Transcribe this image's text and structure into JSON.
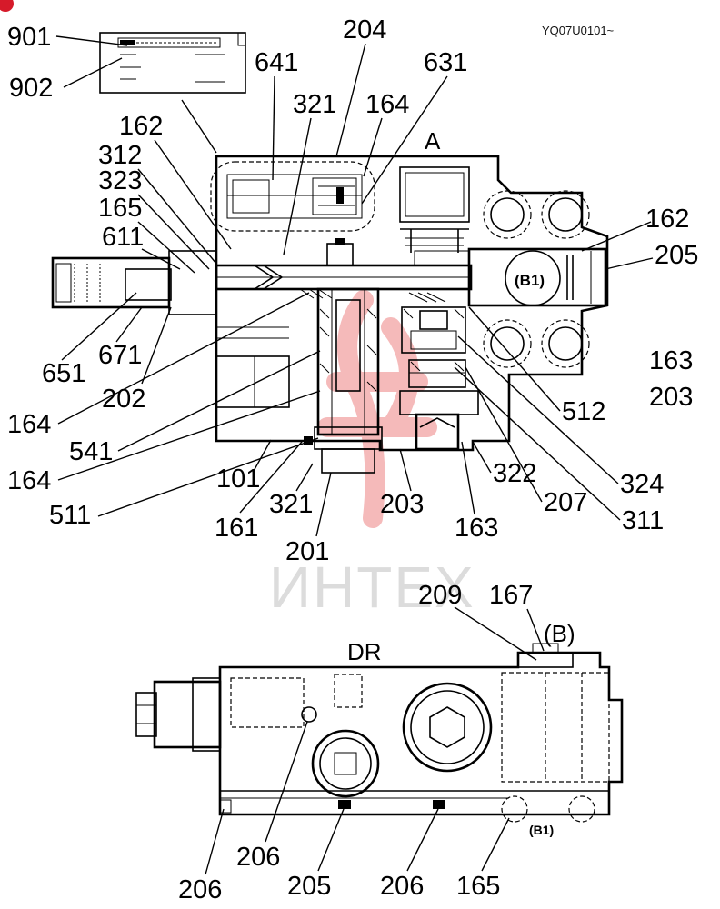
{
  "header": {
    "drawing_code": "YQ07U0101~"
  },
  "watermark": {
    "text": "ИНТЕХ"
  },
  "top_view": {
    "port_label": "A",
    "port_b1_label": "(B1)",
    "callouts": {
      "c901": "901",
      "c902": "902",
      "c204": "204",
      "c641": "641",
      "c631": "631",
      "c321a": "321",
      "c164a": "164",
      "c162a": "162",
      "c312": "312",
      "c323": "323",
      "c165": "165",
      "c611": "611",
      "c162b": "162",
      "c205": "205",
      "c651": "651",
      "c671": "671",
      "c202": "202",
      "c163a": "163",
      "c203a": "203",
      "c164b": "164",
      "c512": "512",
      "c541": "541",
      "c164c": "164",
      "c324": "324",
      "c322": "322",
      "c101": "101",
      "c207": "207",
      "c511": "511",
      "c321b": "321",
      "c203b": "203",
      "c163b": "163",
      "c311": "311",
      "c161": "161",
      "c201": "201"
    }
  },
  "bottom_view": {
    "view_label": "DR",
    "port_b_label": "(B)",
    "port_b1_label": "(B1)",
    "callouts": {
      "c209": "209",
      "c167": "167",
      "c206a": "206",
      "c206b": "206",
      "c205": "205",
      "c206c": "206",
      "c165": "165"
    }
  }
}
